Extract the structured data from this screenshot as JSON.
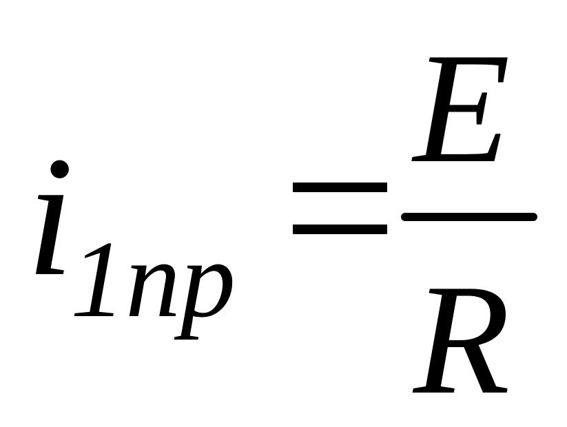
{
  "formula": {
    "lhs": {
      "variable": "i",
      "subscript": "1np"
    },
    "operator": "=",
    "rhs": {
      "numerator": "E",
      "denominator": "R"
    }
  }
}
